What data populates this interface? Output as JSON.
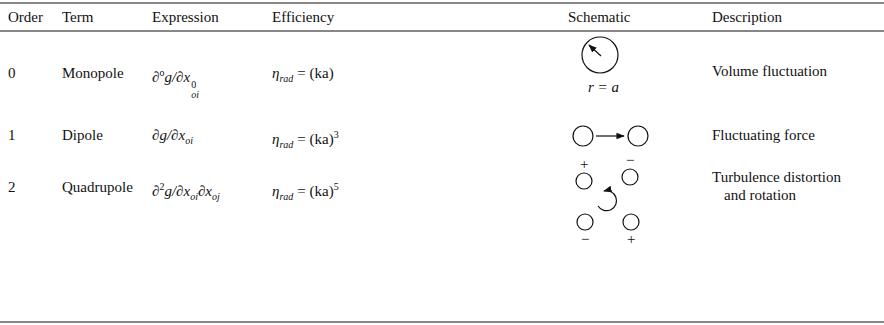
{
  "diagram": {
    "labels": [
      "Order",
      "Term",
      "Expression",
      "Efficiency",
      "Schematic",
      "Description",
      "0",
      "Monopole",
      "∂",
      "o",
      "g/∂x",
      "0",
      "oi",
      "η",
      "rad",
      "= (ka)",
      "r = a",
      "Volume fluctuation",
      "1",
      "Dipole",
      "∂g/∂x",
      "oi",
      "η",
      "rad",
      "= (ka)",
      "3",
      "Fluctuating force",
      "2",
      "Quadrupole",
      "∂",
      "2",
      "g/∂x",
      "oi",
      "∂x",
      "oj",
      "η",
      "rad",
      "= (ka)",
      "5",
      "+",
      "−",
      "−",
      "+",
      "Turbulence distortion and rotation"
    ]
  }
}
